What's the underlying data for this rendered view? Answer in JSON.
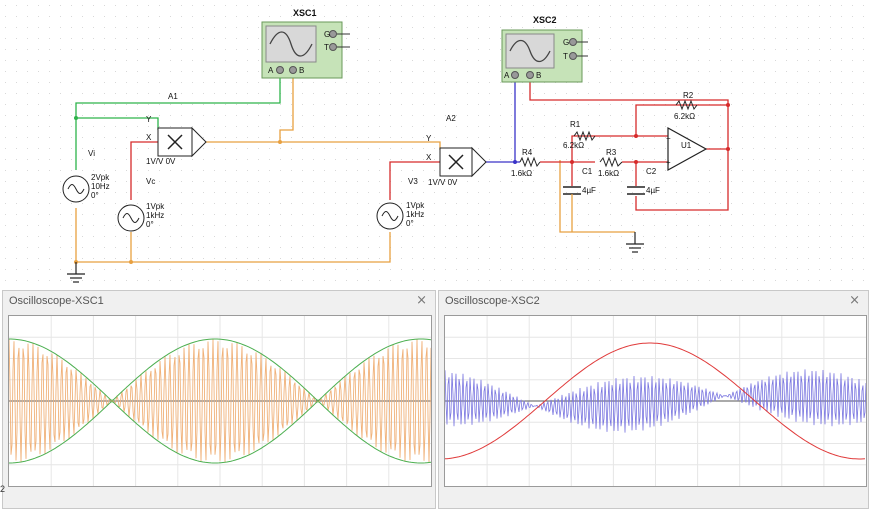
{
  "schematic": {
    "instruments": {
      "xsc1": {
        "name": "XSC1",
        "ch_a": "A",
        "ch_b": "B",
        "ext_g": "G",
        "ext_t": "T"
      },
      "xsc2": {
        "name": "XSC2",
        "ch_a": "A",
        "ch_b": "B",
        "ext_g": "G",
        "ext_t": "T"
      }
    },
    "multipliers": {
      "a1": {
        "name": "A1",
        "x": "X",
        "y": "Y",
        "gain": "1V/V 0V"
      },
      "a2": {
        "name": "A2",
        "x": "X",
        "y": "Y",
        "gain": "1V/V 0V"
      }
    },
    "sources": {
      "vi": {
        "name": "Vi",
        "amp": "2Vpk",
        "freq": "10Hz",
        "phase": "0°"
      },
      "vc": {
        "name": "Vc",
        "amp": "1Vpk",
        "freq": "1kHz",
        "phase": "0°"
      },
      "v3": {
        "name": "V3",
        "amp": "1Vpk",
        "freq": "1kHz",
        "phase": "0°"
      }
    },
    "resistors": {
      "r1": {
        "name": "R1",
        "value": "6.2kΩ"
      },
      "r2": {
        "name": "R2",
        "value": "6.2kΩ"
      },
      "r3": {
        "name": "R3",
        "value": "1.6kΩ"
      },
      "r4": {
        "name": "R4",
        "value": "1.6kΩ"
      }
    },
    "capacitors": {
      "c1": {
        "name": "C1",
        "value": "4µF"
      },
      "c2": {
        "name": "C2",
        "value": "4µF"
      }
    },
    "opamp": {
      "name": "U1",
      "minus": "−",
      "plus": "+"
    }
  },
  "windows": {
    "scope1": {
      "title": "Oscilloscope-XSC1",
      "close": "×"
    },
    "scope2": {
      "title": "Oscilloscope-XSC2",
      "close": "×"
    }
  },
  "edge_fragment": "2",
  "colors": {
    "green_wire": "#2db34a",
    "orange_wire": "#e8a040",
    "red_wire": "#d62b2b",
    "blue_wire": "#3a33c8",
    "instrument_body": "#c6e3b8",
    "scope1_carrier": "#f0b27a",
    "scope1_envelope": "#4caf50",
    "scope2_trace_a": "#7a76e0",
    "scope2_trace_b": "#e03a3a"
  }
}
